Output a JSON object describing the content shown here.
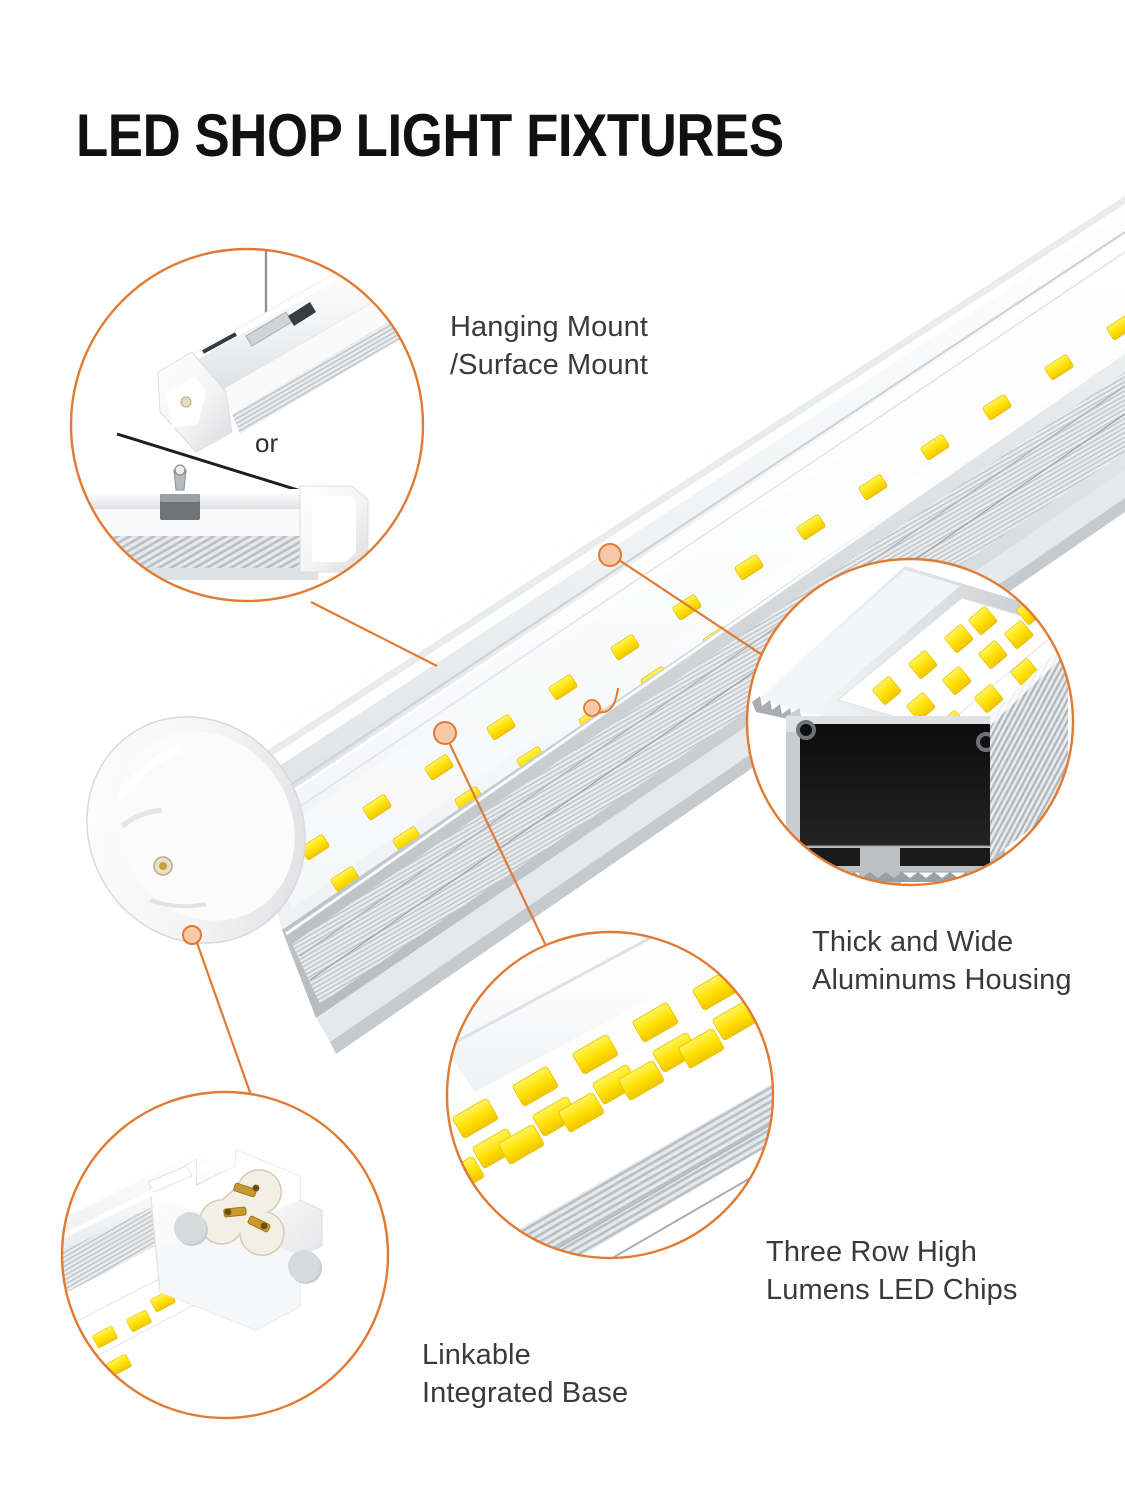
{
  "title": "LED SHOP LIGHT FIXTURES",
  "colors": {
    "accent": "#E17A32",
    "accent_soft": "#F7C9A6",
    "text": "#3a3a3a",
    "title": "#111111",
    "background": "#ffffff",
    "aluminum_light": "#f2f3f4",
    "aluminum_mid": "#d6d9dc",
    "aluminum_dark": "#9aa0a5",
    "led_chip": "#FFE000",
    "cavity": "#1a1a1a"
  },
  "callouts": [
    {
      "id": "hanging-mount",
      "label": "Hanging Mount\n/Surface Mount",
      "divider_text": "or"
    },
    {
      "id": "aluminum-housing",
      "label": "Thick and Wide\nAluminums Housing"
    },
    {
      "id": "led-chips",
      "label": "Three Row High\nLumens LED Chips"
    },
    {
      "id": "linkable-base",
      "label": "Linkable\nIntegrated Base"
    }
  ],
  "product": {
    "name": "led-tube-fixture",
    "led_rows": 3
  }
}
